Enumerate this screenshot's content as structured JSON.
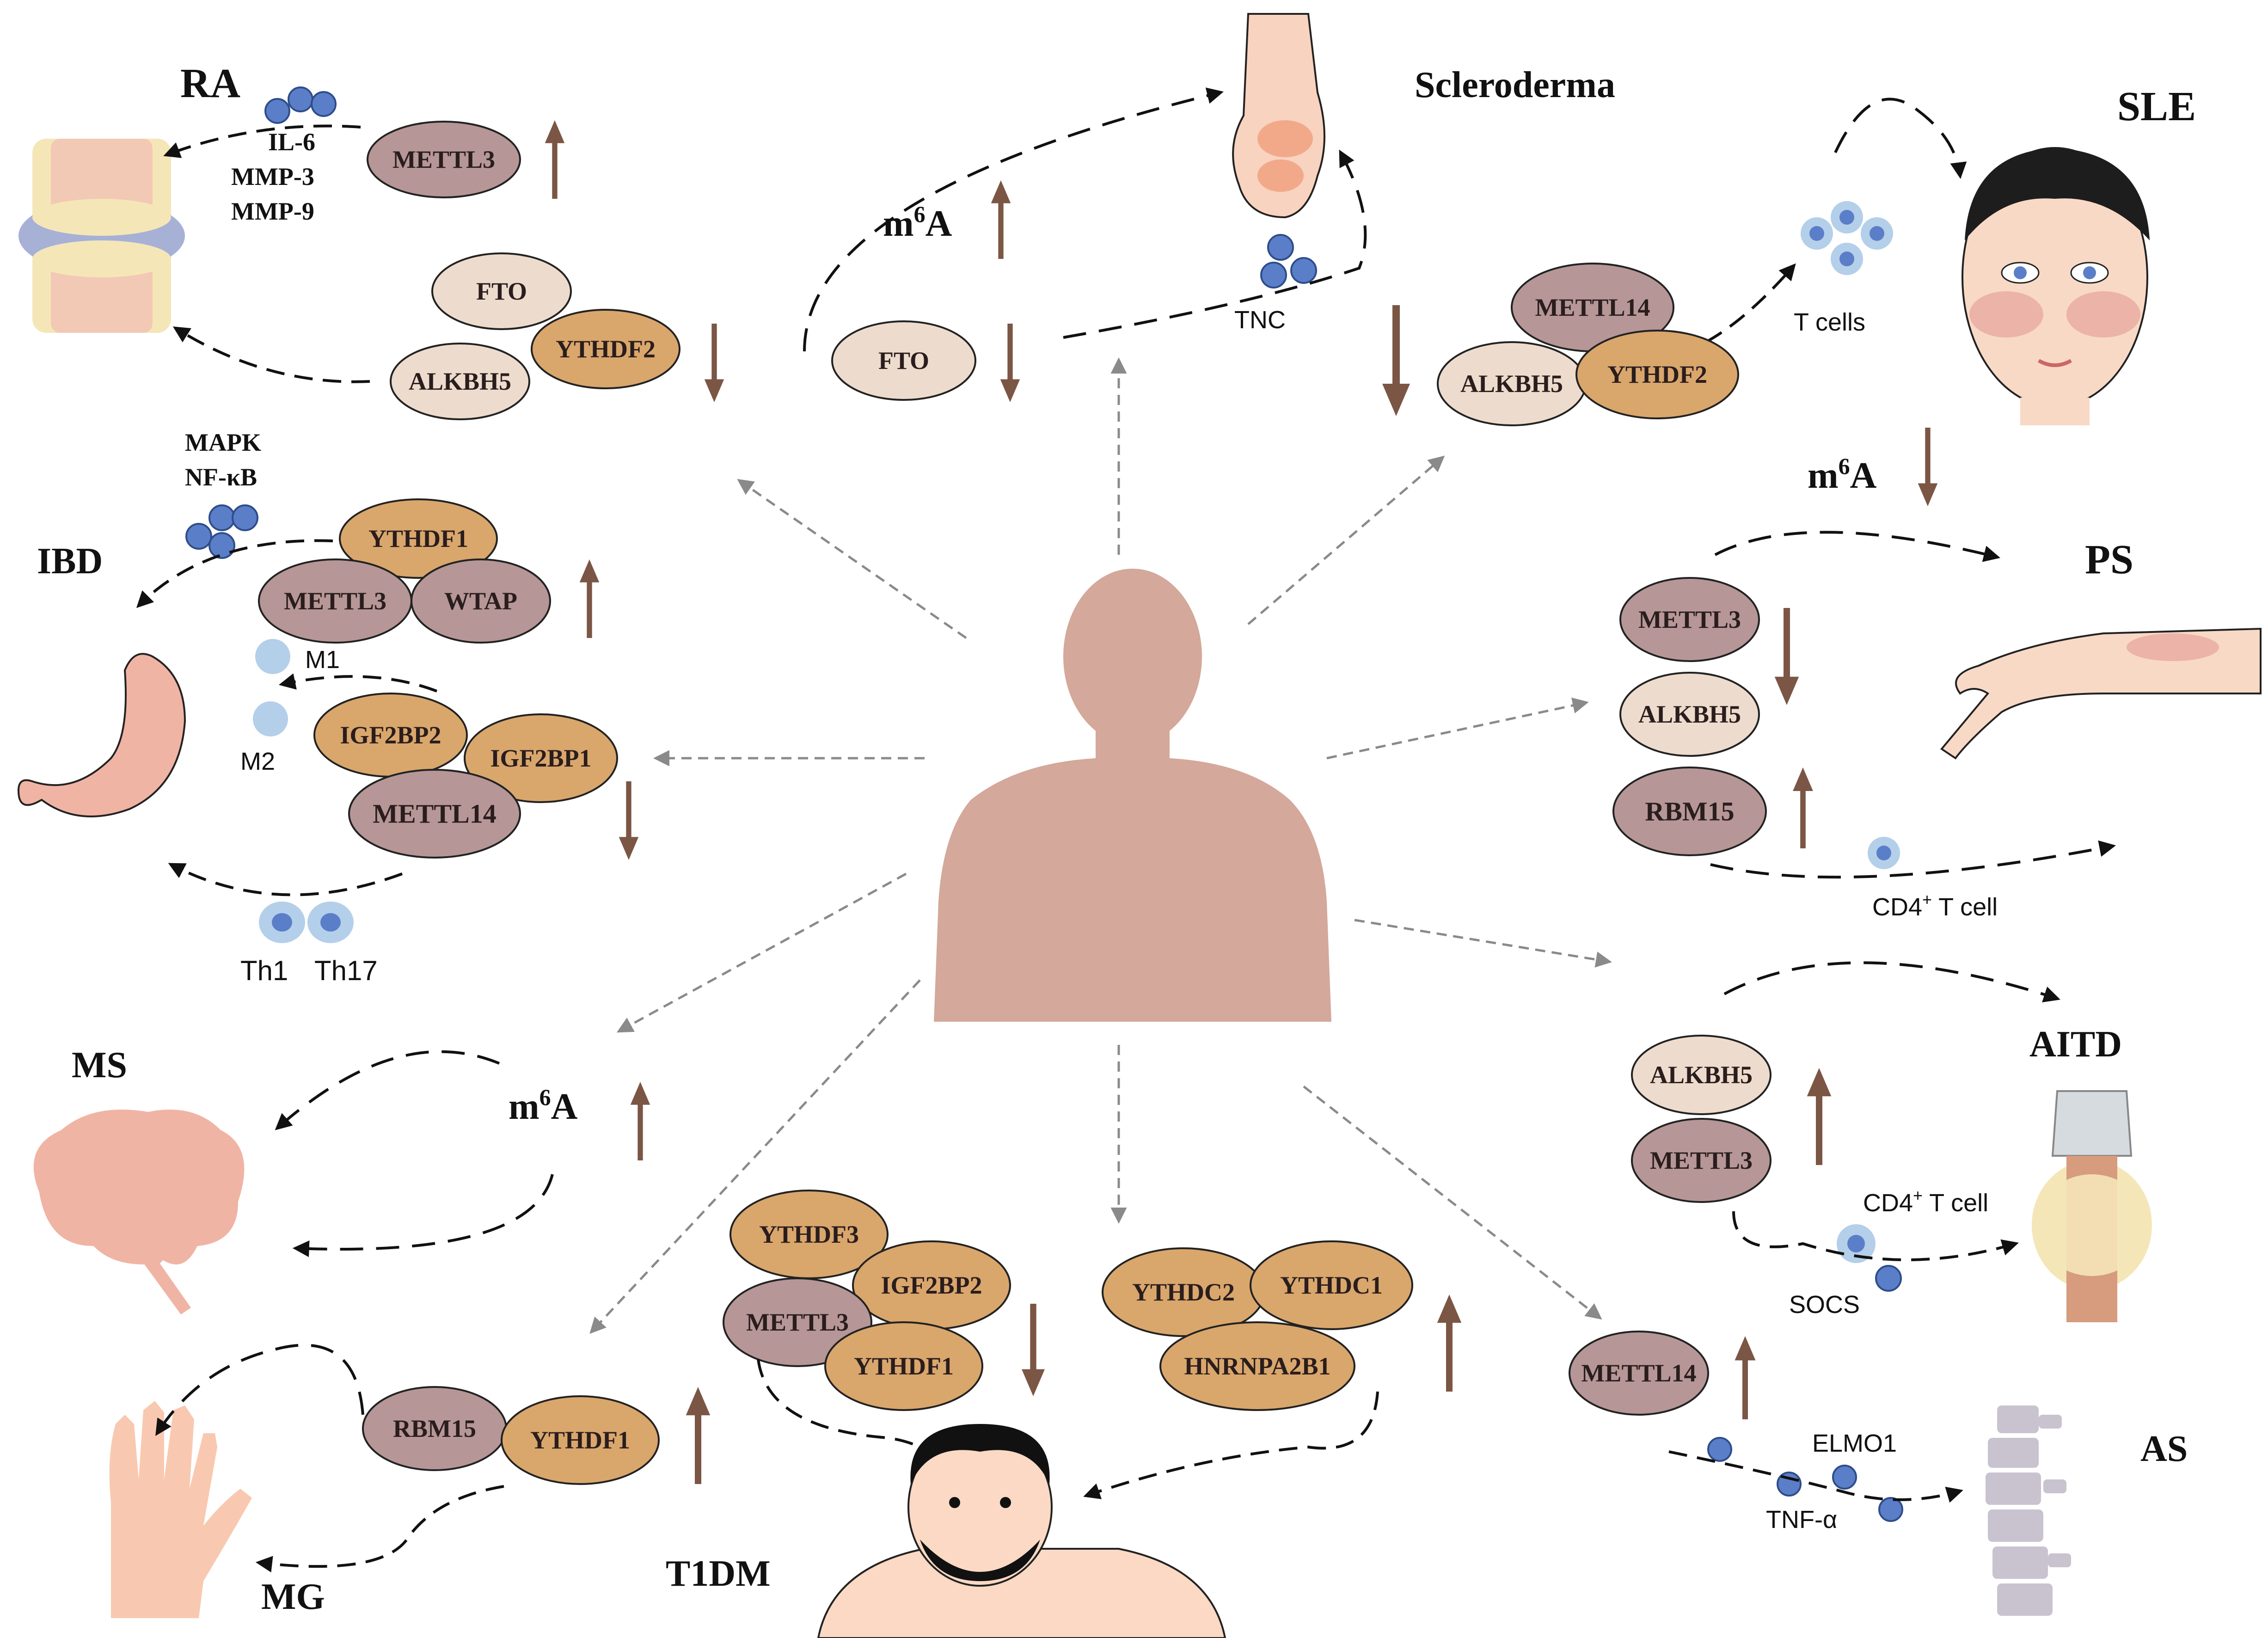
{
  "colors": {
    "writer": "#b69696",
    "eraser": "#eddccd",
    "reader": "#d9a66c",
    "arrow_brown": "#7b5645",
    "skin": "#d4a89a",
    "cell_blue": "#5b7ec9",
    "cell_light": "#b4cfe9"
  },
  "center": {
    "label": ""
  },
  "diseases": {
    "ra": "RA",
    "scleroderma": "Scleroderma",
    "sle": "SLE",
    "ibd": "IBD",
    "ps": "PS",
    "ms": "MS",
    "aitd": "AITD",
    "mg": "MG",
    "t1dm": "T1DM",
    "as": "AS"
  },
  "ra": {
    "cytokines": [
      "IL-6",
      "MMP-3",
      "MMP-9"
    ],
    "up": [
      "METTL3"
    ],
    "down": [
      "FTO",
      "YTHDF2",
      "ALKBH5"
    ]
  },
  "scleroderma": {
    "m6a_base": "m",
    "m6a_sup": "6",
    "m6a_tail": "A",
    "down": [
      "FTO"
    ],
    "cell_label": "TNC"
  },
  "sle": {
    "down": [
      "METTL14",
      "ALKBH5",
      "YTHDF2"
    ],
    "cell_label": "T cells",
    "m6a_base": "m",
    "m6a_sup": "6",
    "m6a_tail": "A"
  },
  "ibd": {
    "pathways": [
      "MAPK",
      "NF-κB"
    ],
    "up": [
      "YTHDF1",
      "METTL3",
      "WTAP"
    ],
    "down": [
      "IGF2BP2",
      "IGF2BP1",
      "METTL14"
    ],
    "macrophages": [
      "M1",
      "M2"
    ],
    "tcells": [
      "Th1",
      "Th17"
    ]
  },
  "ps": {
    "down": [
      "METTL3",
      "ALKBH5"
    ],
    "up": [
      "RBM15"
    ],
    "cell_base": "CD4",
    "cell_sup": "+",
    "cell_tail": " T cell"
  },
  "ms": {
    "m6a_base": "m",
    "m6a_sup": "6",
    "m6a_tail": "A"
  },
  "aitd": {
    "up": [
      "ALKBH5",
      "METTL3"
    ],
    "cell_base": "CD4",
    "cell_sup": "+",
    "cell_tail": " T cell",
    "factor": "SOCS"
  },
  "mg": {
    "up": [
      "RBM15",
      "YTHDF1"
    ]
  },
  "t1dm": {
    "down": [
      "YTHDF3",
      "IGF2BP2",
      "METTL3",
      "YTHDF1"
    ],
    "up": [
      "YTHDC2",
      "YTHDC1",
      "HNRNPA2B1"
    ]
  },
  "as": {
    "up": [
      "METTL14"
    ],
    "factors": [
      "ELMO1",
      "TNF-α"
    ]
  }
}
